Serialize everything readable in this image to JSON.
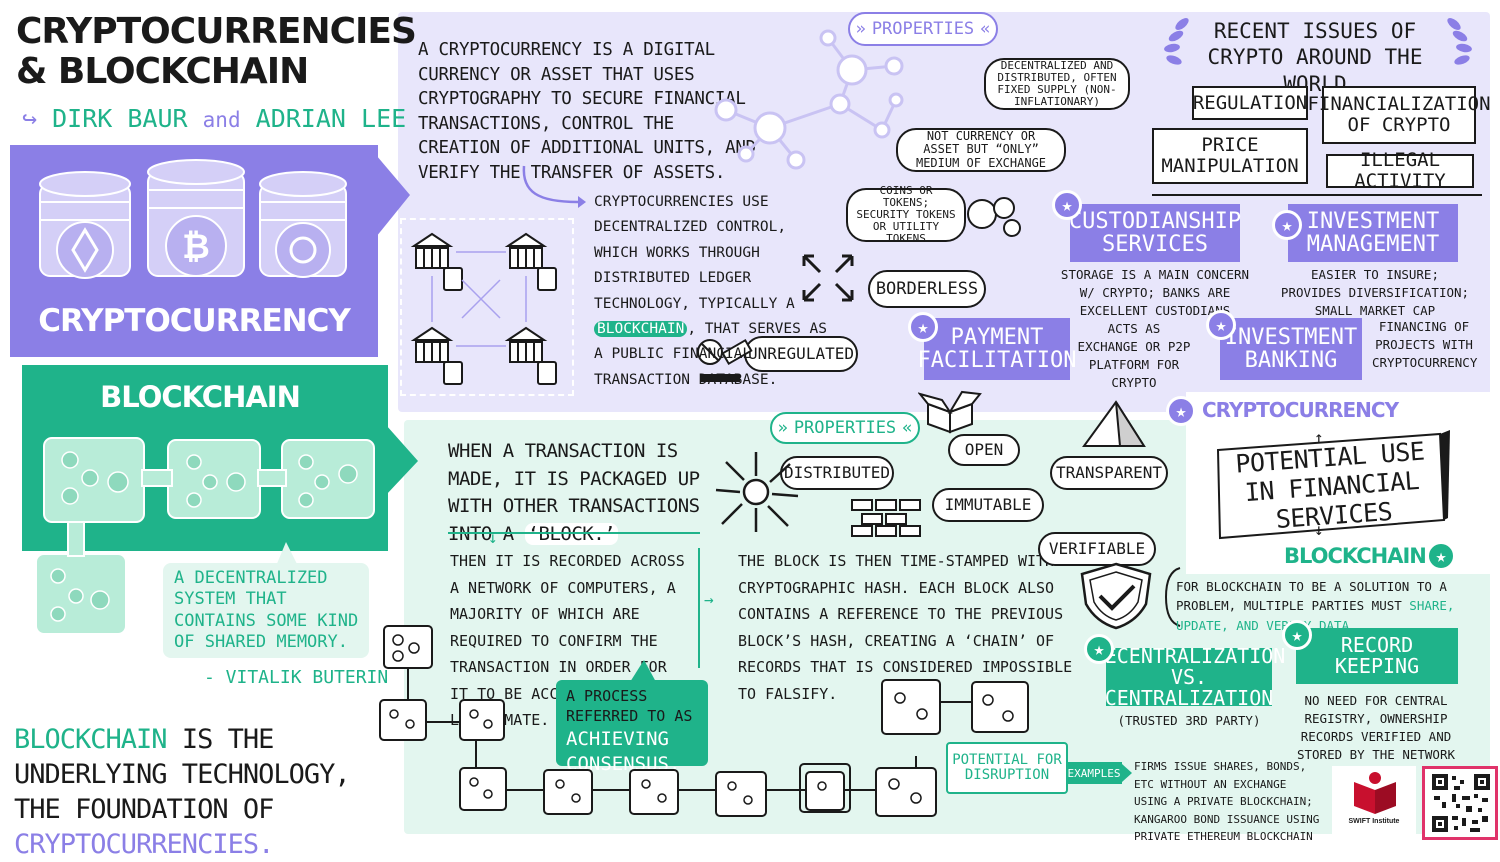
{
  "title": {
    "line1": "CRYPTOCURRENCIES",
    "line2": "& BLOCKCHAIN"
  },
  "authors": {
    "a1": "DIRK BAUR",
    "and": "and",
    "a2": "ADRIAN LEE"
  },
  "left": {
    "crypto_label": "CRYPTOCURRENCY",
    "blockchain_label": "BLOCKCHAIN",
    "quote": "A DECENTRALIZED SYSTEM THAT CONTAINS SOME KIND OF SHARED MEMORY.",
    "quote_author": "- VITALIK BUTERIN",
    "footer": {
      "p1": "BLOCKCHAIN",
      "p2": " IS THE UNDERLYING TECHNOLOGY, THE FOUNDATION OF ",
      "p3": "CRYPTOCURRENCIES."
    }
  },
  "crypto": {
    "definition": "A CRYPTOCURRENCY IS A DIGITAL CURRENCY OR ASSET THAT USES CRYPTOGRAPHY TO SECURE FINANCIAL TRANSACTIONS, CONTROL THE CREATION OF ADDITIONAL UNITS, AND VERIFY THE TRANSFER OF ASSETS.",
    "control_a": "CRYPTOCURRENCIES USE DECENTRALIZED CONTROL, WHICH WORKS THROUGH DISTRIBUTED LEDGER TECHNOLOGY, TYPICALLY A ",
    "control_hl": "BLOCKCHAIN",
    "control_b": ", THAT SERVES AS A PUBLIC FINANCIAL TRANSACTION DATABASE.",
    "properties_label": "PROPERTIES",
    "props": {
      "decentralized": "DECENTRALIZED AND DISTRIBUTED, OFTEN FIXED SUPPLY (NON-INFLATIONARY)",
      "not_currency": "NOT CURRENCY OR ASSET BUT “ONLY” MEDIUM OF EXCHANGE",
      "coins": "COINS OR TOKENS; SECURITY TOKENS OR UTILITY TOKENS",
      "borderless": "BORDERLESS",
      "unregulated": "UNREGULATED"
    }
  },
  "issues": {
    "title": "RECENT ISSUES OF CRYPTO AROUND THE WORLD",
    "items": [
      "REGULATION",
      "FINANCIALIZATION OF CRYPTO",
      "PRICE MANIPULATION",
      "ILLEGAL ACTIVITY"
    ]
  },
  "services": {
    "custodianship": {
      "label": "CUSTODIANSHIP SERVICES",
      "desc": "STORAGE IS A MAIN CONCERN W/ CRYPTO; BANKS ARE EXCELLENT CUSTODIANS"
    },
    "investment_mgmt": {
      "label": "INVESTMENT MANAGEMENT",
      "desc": "EASIER TO INSURE; PROVIDES DIVERSIFICATION; SMALL MARKET CAP"
    },
    "payment": {
      "label": "PAYMENT FACILITATION",
      "desc": "ACTS AS EXCHANGE OR P2P PLATFORM FOR CRYPTO"
    },
    "investment_banking": {
      "label": "INVESTMENT BANKING",
      "desc": "FINANCING OF PROJECTS WITH CRYPTOCURRENCY"
    }
  },
  "center": {
    "crypto_label": "CRYPTOCURRENCY",
    "sign": "POTENTIAL USE IN FINANCIAL SERVICES",
    "blockchain_label": "BLOCKCHAIN"
  },
  "blockchain": {
    "transaction_a": "WHEN A TRANSACTION IS MADE, IT IS PACKAGED UP WITH OTHER TRANSACTIONS INTO A ",
    "transaction_hl": "‘BLOCK.’",
    "recorded": "THEN IT IS RECORDED ACROSS A NETWORK OF COMPUTERS, A MAJORITY OF WHICH ARE REQUIRED TO CONFIRM THE TRANSACTION IN ORDER FOR IT TO BE ACCEPTED AS LEGITIMATE.",
    "timestamp": "THE BLOCK IS THEN TIME-STAMPED WITH A CRYPTOGRAPHIC HASH. EACH BLOCK ALSO CONTAINS A REFERENCE TO THE PREVIOUS BLOCK’S HASH, CREATING A ‘CHAIN’ OF RECORDS THAT IS CONSIDERED IMPOSSIBLE TO FALSIFY.",
    "consensus_a": "A PROCESS REFERRED TO AS ",
    "consensus_b": "ACHIEVING CONSENSUS.",
    "properties_label": "PROPERTIES",
    "props": {
      "distributed": "DISTRIBUTED",
      "open": "OPEN",
      "immutable": "IMMUTABLE",
      "transparent": "TRANSPARENT",
      "verifiable": "VERIFIABLE"
    },
    "requirement_a": "FOR BLOCKCHAIN TO BE A SOLUTION TO A PROBLEM, MULTIPLE PARTIES MUST ",
    "requirement_b": "SHARE, UPDATE, AND VERIFY DATA",
    "decentralization": {
      "label": "DECENTRALIZATION VS. CENTRALIZATION",
      "desc": "(TRUSTED 3RD PARTY)"
    },
    "record_keeping": {
      "label": "RECORD KEEPING",
      "desc": "NO NEED FOR CENTRAL REGISTRY, OWNERSHIP RECORDS VERIFIED AND STORED BY THE NETWORK"
    },
    "disruption": "POTENTIAL FOR DISRUPTION",
    "examples_label": "EXAMPLES",
    "examples": "FIRMS ISSUE SHARES, BONDS, ETC WITHOUT AN EXCHANGE USING A PRIVATE BLOCKCHAIN; KANGAROO BOND ISSUANCE USING PRIVATE ETHEREUM BLOCKCHAIN"
  },
  "logo": {
    "name": "SWIFT Institute"
  },
  "colors": {
    "purple": "#8b7fe6",
    "lavender": "#e8e6fb",
    "teal": "#1fb38a",
    "mint": "#e3f6ef"
  }
}
